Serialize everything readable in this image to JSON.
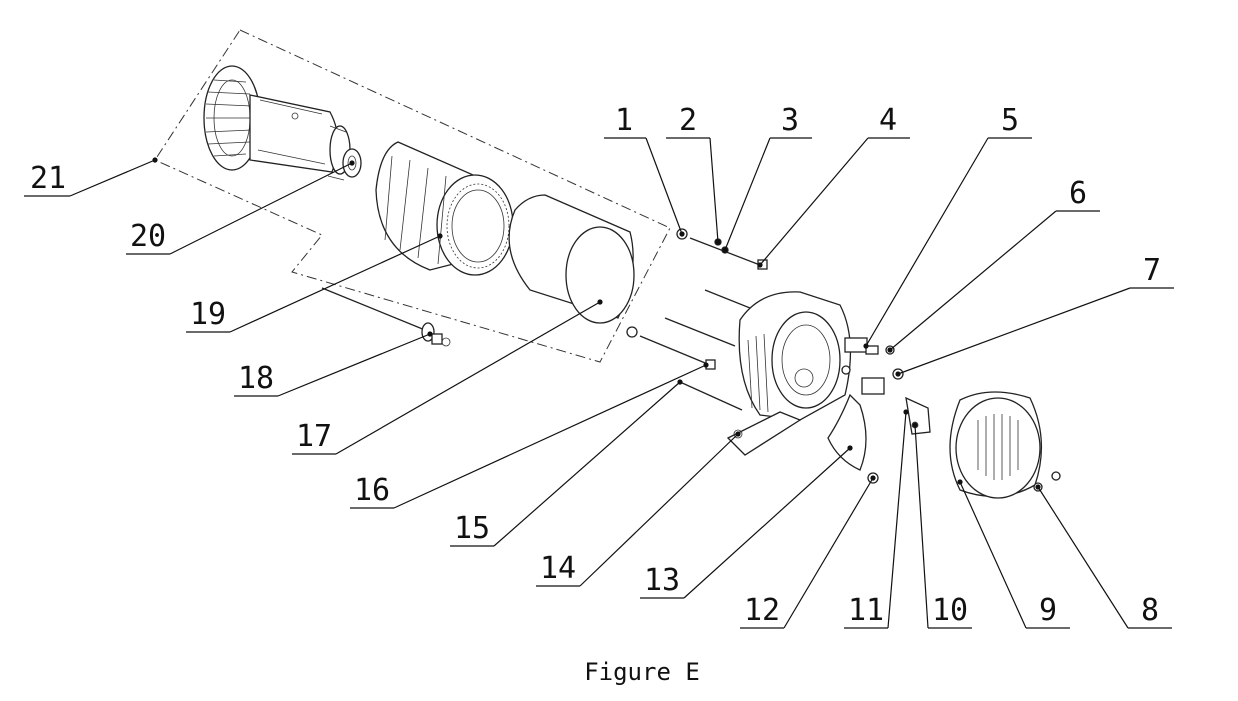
{
  "figure": {
    "caption": "Figure E",
    "callouts": [
      "1",
      "2",
      "3",
      "4",
      "5",
      "6",
      "7",
      "8",
      "9",
      "10",
      "11",
      "12",
      "13",
      "14",
      "15",
      "16",
      "17",
      "18",
      "19",
      "20",
      "21"
    ]
  }
}
